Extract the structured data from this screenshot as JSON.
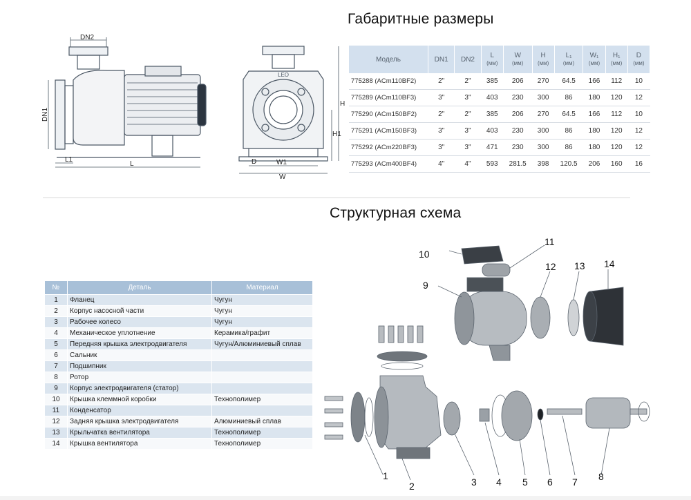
{
  "dimensions_section": {
    "title": "Габаритные размеры",
    "drawing_labels": {
      "dn2": "DN2",
      "dn1": "DN1",
      "l1": "L1",
      "l": "L",
      "h": "H",
      "h1": "H1",
      "d": "D",
      "w1": "W1",
      "w": "W",
      "logo": "LEO"
    },
    "headers": [
      {
        "label": "Модель",
        "unit": ""
      },
      {
        "label": "DN1",
        "unit": ""
      },
      {
        "label": "DN2",
        "unit": ""
      },
      {
        "label": "L",
        "unit": "(мм)"
      },
      {
        "label": "W",
        "unit": "(мм)"
      },
      {
        "label": "H",
        "unit": "(мм)"
      },
      {
        "label": "L₁",
        "unit": "(мм)"
      },
      {
        "label": "W₁",
        "unit": "(мм)"
      },
      {
        "label": "H₁",
        "unit": "(мм)"
      },
      {
        "label": "D",
        "unit": "(мм)"
      }
    ],
    "rows": [
      [
        "775288 (ACm110BF2)",
        "2\"",
        "2\"",
        "385",
        "206",
        "270",
        "64.5",
        "166",
        "112",
        "10"
      ],
      [
        "775289 (ACm110BF3)",
        "3\"",
        "3\"",
        "403",
        "230",
        "300",
        "86",
        "180",
        "120",
        "12"
      ],
      [
        "775290 (ACm150BF2)",
        "2\"",
        "2\"",
        "385",
        "206",
        "270",
        "64.5",
        "166",
        "112",
        "10"
      ],
      [
        "775291 (ACm150BF3)",
        "3\"",
        "3\"",
        "403",
        "230",
        "300",
        "86",
        "180",
        "120",
        "12"
      ],
      [
        "775292 (ACm220BF3)",
        "3\"",
        "3\"",
        "471",
        "230",
        "300",
        "86",
        "180",
        "120",
        "12"
      ],
      [
        "775293 (ACm400BF4)",
        "4\"",
        "4\"",
        "593",
        "281.5",
        "398",
        "120.5",
        "206",
        "160",
        "16"
      ]
    ]
  },
  "structure_section": {
    "title": "Структурная схема",
    "headers": [
      "№",
      "Деталь",
      "Материал"
    ],
    "rows": [
      [
        "1",
        "Фланец",
        "Чугун"
      ],
      [
        "2",
        "Корпус насосной части",
        "Чугун"
      ],
      [
        "3",
        "Рабочее колесо",
        "Чугун"
      ],
      [
        "4",
        "Механическое уплотнение",
        "Керамика/графит"
      ],
      [
        "5",
        "Передняя крышка электродвигателя",
        "Чугун/Алюминиевый сплав"
      ],
      [
        "6",
        "Сальник",
        ""
      ],
      [
        "7",
        "Подшипник",
        ""
      ],
      [
        "8",
        "Ротор",
        ""
      ],
      [
        "9",
        "Корпус электродвигателя (статор)",
        ""
      ],
      [
        "10",
        "Крышка клеммной коробки",
        "Технополимер"
      ],
      [
        "11",
        "Конденсатор",
        ""
      ],
      [
        "12",
        "Задняя крышка электродвигателя",
        "Алюминиевый сплав"
      ],
      [
        "13",
        "Крыльчатка вентилятора",
        "Технополимер"
      ],
      [
        "14",
        "Крышка вентилятора",
        "Технополимер"
      ]
    ],
    "callouts": [
      "1",
      "2",
      "3",
      "4",
      "5",
      "6",
      "7",
      "8",
      "9",
      "10",
      "11",
      "12",
      "13",
      "14"
    ]
  },
  "colors": {
    "header_blue": "#d3e0ee",
    "parts_header": "#a8c0d8",
    "row_alt": "#dbe5ef",
    "drawing_line": "#4a5663"
  }
}
